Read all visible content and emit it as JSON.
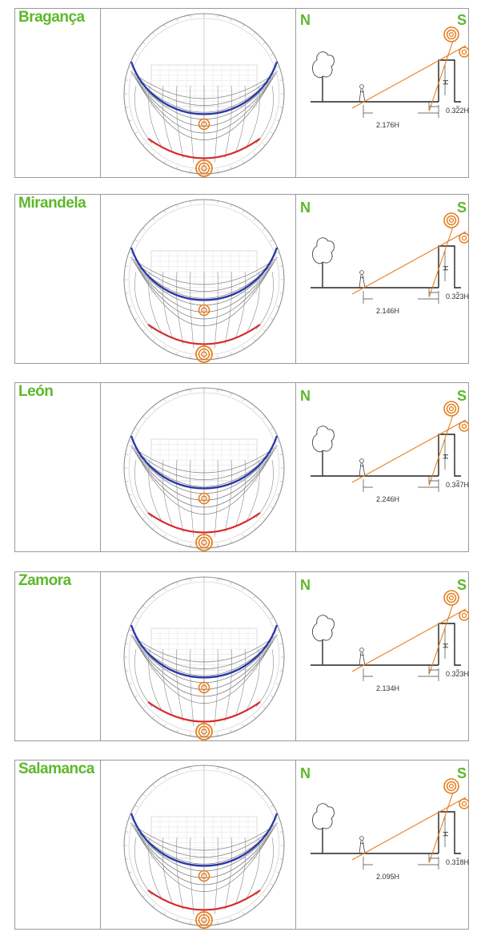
{
  "colors": {
    "title_green": "#5db82a",
    "winter_arc_blue": "#2b3aa8",
    "summer_arc_red": "#d62a2a",
    "sun_orange": "#e67e1e",
    "line_gray": "#555555"
  },
  "direction_labels": {
    "north": "N",
    "south": "S"
  },
  "building_label": "H",
  "panels": [
    {
      "city": "Bragança",
      "shadow_length": "2.176H",
      "setback": "0.322H"
    },
    {
      "city": "Mirandela",
      "shadow_length": "2.146H",
      "setback": "0.323H"
    },
    {
      "city": "León",
      "shadow_length": "2.246H",
      "setback": "0.347H"
    },
    {
      "city": "Zamora",
      "shadow_length": "2.134H",
      "setback": "0.323H"
    },
    {
      "city": "Salamanca",
      "shadow_length": "2.095H",
      "setback": "0.318H"
    }
  ]
}
